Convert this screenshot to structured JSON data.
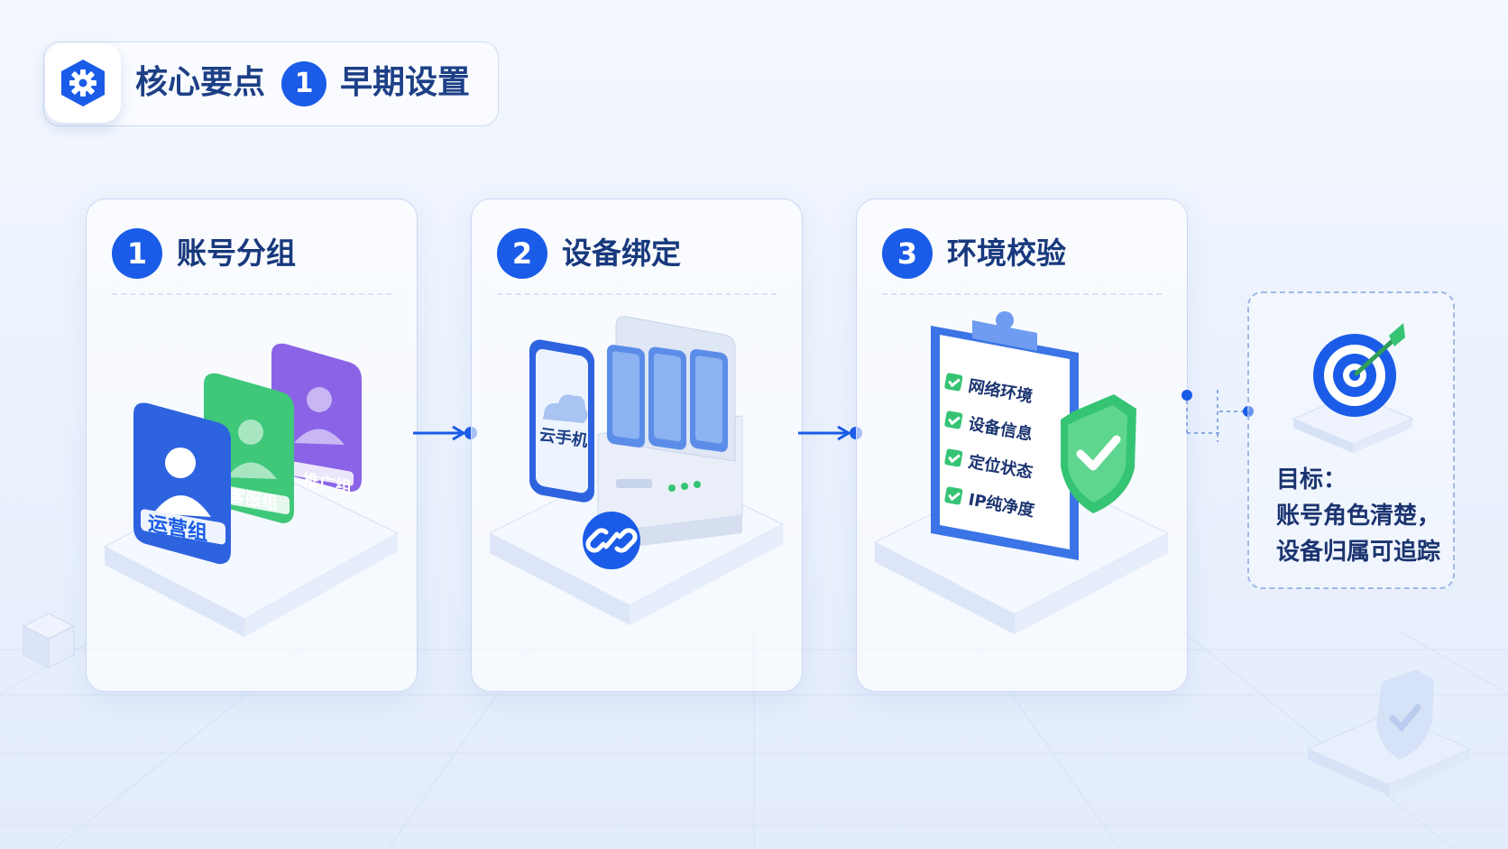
{
  "header": {
    "title": "核心要点",
    "step_number": "1",
    "subtitle": "早期设置",
    "icon": "gear-icon"
  },
  "steps": [
    {
      "number": "1",
      "title": "账号分组",
      "illustration": "account-group-cards",
      "card_labels": [
        "运营组",
        "客服组",
        "推广组"
      ]
    },
    {
      "number": "2",
      "title": "设备绑定",
      "illustration": "cloud-phone-binding",
      "device_label": "云手机",
      "icon": "link-icon"
    },
    {
      "number": "3",
      "title": "环境校验",
      "illustration": "checklist-clipboard",
      "checklist": [
        "网络环境",
        "设备信息",
        "定位状态",
        "IP纯净度"
      ],
      "icon": "shield-check-icon"
    }
  ],
  "goal": {
    "label": "目标：",
    "lines": [
      "账号角色清楚，",
      "设备归属可追踪"
    ],
    "icon": "target-icon"
  },
  "colors": {
    "accent": "#1a5ce8",
    "text": "#1b3f86",
    "green": "#35c474",
    "purple": "#8b63e6",
    "background": "#eef4fd"
  }
}
